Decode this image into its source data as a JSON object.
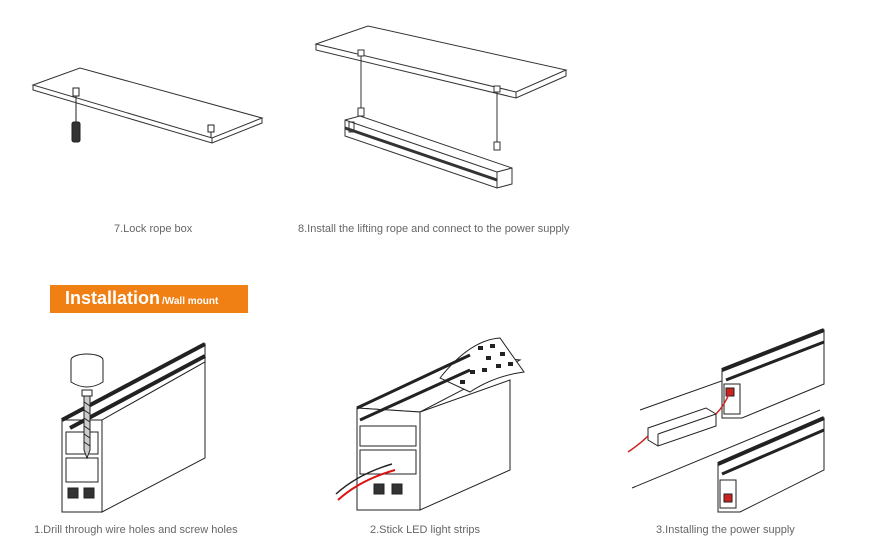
{
  "steps_top": [
    {
      "caption": "7.Lock rope box"
    },
    {
      "caption": "8.Install the lifting rope and connect to the power supply"
    }
  ],
  "section": {
    "title": "Installation",
    "subtitle": "/Wall mount",
    "accent_color": "#f07f14"
  },
  "steps_bottom": [
    {
      "caption": "1.Drill through wire holes and screw holes"
    },
    {
      "caption": "2.Stick LED light strips"
    },
    {
      "caption": "3.Installing the power supply"
    }
  ]
}
